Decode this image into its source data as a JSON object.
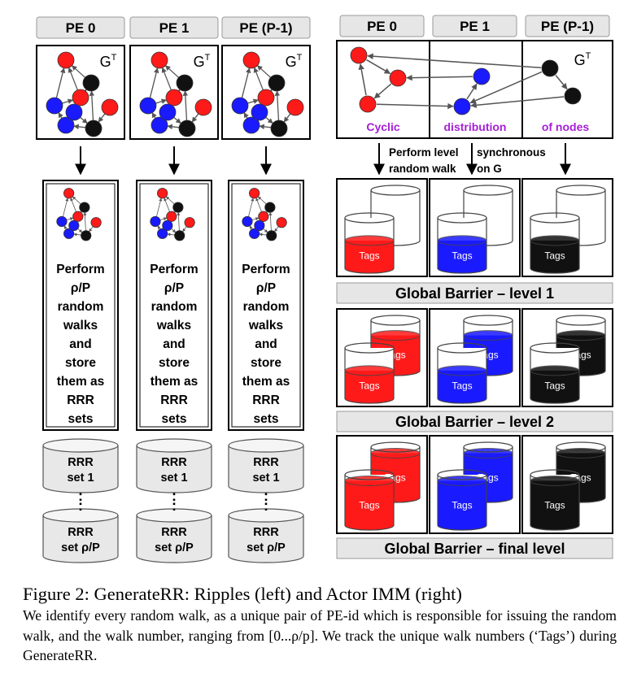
{
  "pe_labels": [
    "PE 0",
    "PE 1",
    "PE (P-1)"
  ],
  "graph_label": "G",
  "graph_label_sup": "T",
  "left": {
    "process_lines": [
      "Perform",
      "ρ/P",
      "random",
      "walks",
      "and",
      "store",
      "them as",
      "RRR",
      "sets"
    ],
    "db_top": [
      "RRR",
      "set 1"
    ],
    "db_dots": ":",
    "db_bottom": [
      "RRR",
      "set ρ/P"
    ]
  },
  "right": {
    "cyclic_labels": [
      "Cyclic",
      "distribution",
      "of nodes"
    ],
    "arrow_note_left": [
      "Perform level",
      "random walk"
    ],
    "arrow_note_right": [
      "synchronous",
      "on G"
    ],
    "tags_label": "Tags",
    "barriers": [
      "Global Barrier – level 1",
      "Global Barrier – level 2",
      "Global Barrier – final level"
    ]
  },
  "colors": {
    "red": "#ff1a1a",
    "blue": "#1a1aff",
    "black": "#111111",
    "purple": "#a61fd6",
    "pe_header_bg": "#e6e6e6",
    "barrier_bg": "#e6e6e6"
  },
  "caption": {
    "title": "Figure 2: GenerateRR: Ripples (left) and Actor IMM (right)",
    "body": "We identify every random walk, as a unique pair of PE-id which is responsible for issuing the random walk, and the walk number, ranging from [0...ρ/p]. We track the unique walk numbers (‘Tags’) during GenerateRR."
  }
}
